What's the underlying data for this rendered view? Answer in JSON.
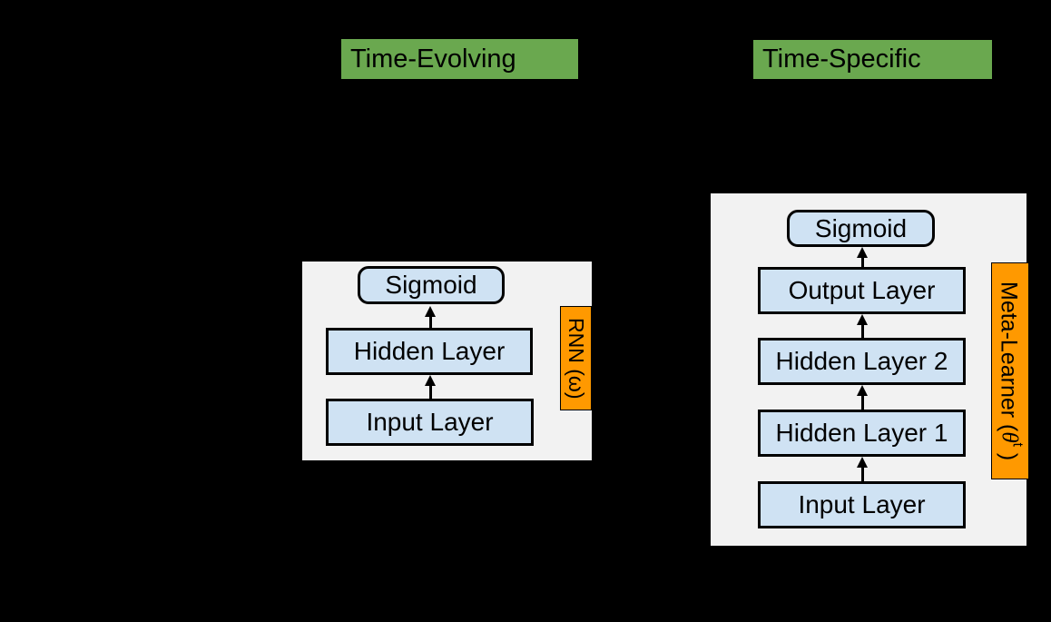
{
  "headers": {
    "time_evolving": "Time-Evolving",
    "time_specific": "Time-Specific"
  },
  "left_panel": {
    "nodes": {
      "sigmoid": "Sigmoid",
      "hidden": "Hidden Layer",
      "input": "Input Layer"
    },
    "tag": "RNN (ω)"
  },
  "right_panel": {
    "nodes": {
      "sigmoid": "Sigmoid",
      "output": "Output Layer",
      "hidden2": "Hidden Layer 2",
      "hidden1": "Hidden Layer 1",
      "input": "Input Layer"
    },
    "tag": {
      "prefix": "Meta-Learner (",
      "symbol": "θ",
      "sup": "t",
      "suffix": " )"
    }
  },
  "colors": {
    "background": "#000000",
    "header_green": "#6aa84f",
    "panel_gray": "#f2f2f2",
    "node_blue": "#cfe2f3",
    "tag_orange": "#ff9900",
    "text": "#000000"
  }
}
